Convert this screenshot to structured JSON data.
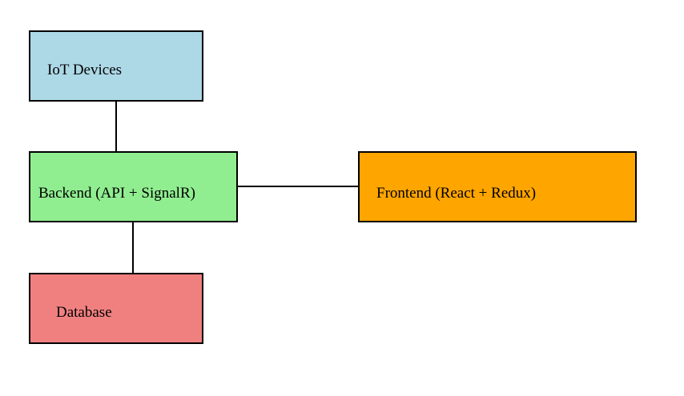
{
  "diagram": {
    "nodes": {
      "iot_devices": {
        "label": "IoT Devices",
        "color": "#ADD8E6"
      },
      "backend": {
        "label": "Backend (API + SignalR)",
        "color": "#90EE90"
      },
      "frontend": {
        "label": "Frontend (React + Redux)",
        "color": "#FFA500"
      },
      "database": {
        "label": "Database",
        "color": "#F08080"
      }
    },
    "edges": [
      {
        "from": "iot_devices",
        "to": "backend"
      },
      {
        "from": "backend",
        "to": "frontend"
      },
      {
        "from": "backend",
        "to": "database"
      }
    ]
  }
}
